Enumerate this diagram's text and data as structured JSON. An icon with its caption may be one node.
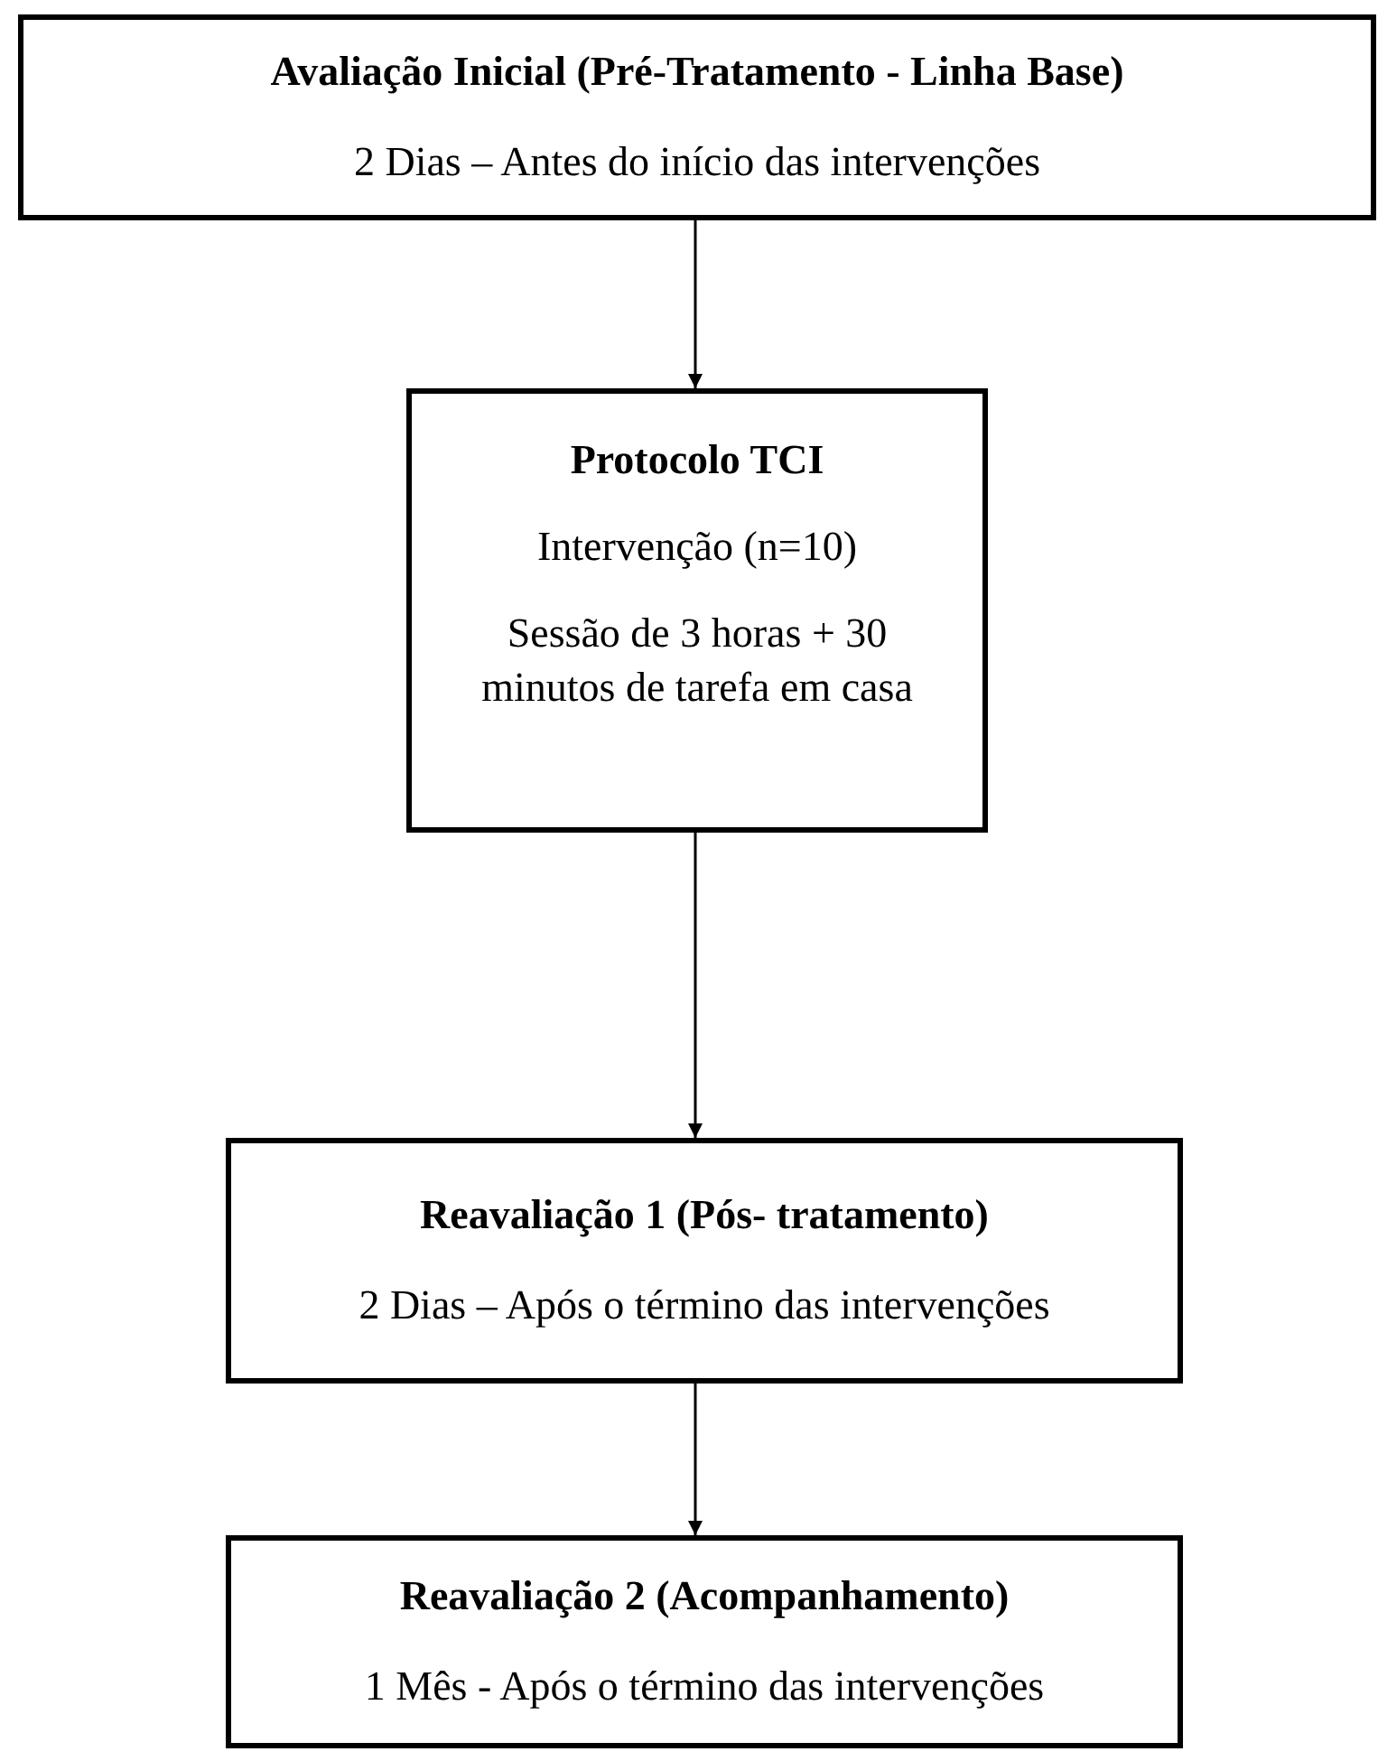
{
  "diagram": {
    "nodes": [
      {
        "text": [
          "Avaliação Inicial (Pré-Tratamento - Linha Base)",
          "2 Dias – Antes do início das intervenções"
        ]
      },
      {
        "text": [
          "Protocolo TCI",
          "Intervenção (n=10)",
          "Sessão de 3 horas + 30 minutos de tarefa em casa"
        ]
      },
      {
        "text": [
          "Reavaliação 1 (Pós- tratamento)",
          "2 Dias – Após o término das intervenções"
        ]
      },
      {
        "text": [
          "Reavaliação 2 (Acompanhamento)",
          "1 Mês - Após o término das intervenções"
        ]
      }
    ],
    "edges": [
      {
        "from": 0,
        "to": 1,
        "arrow": "to"
      },
      {
        "from": 1,
        "to": 2,
        "arrow": "to"
      },
      {
        "from": 2,
        "to": 3,
        "arrow": "to"
      }
    ]
  }
}
